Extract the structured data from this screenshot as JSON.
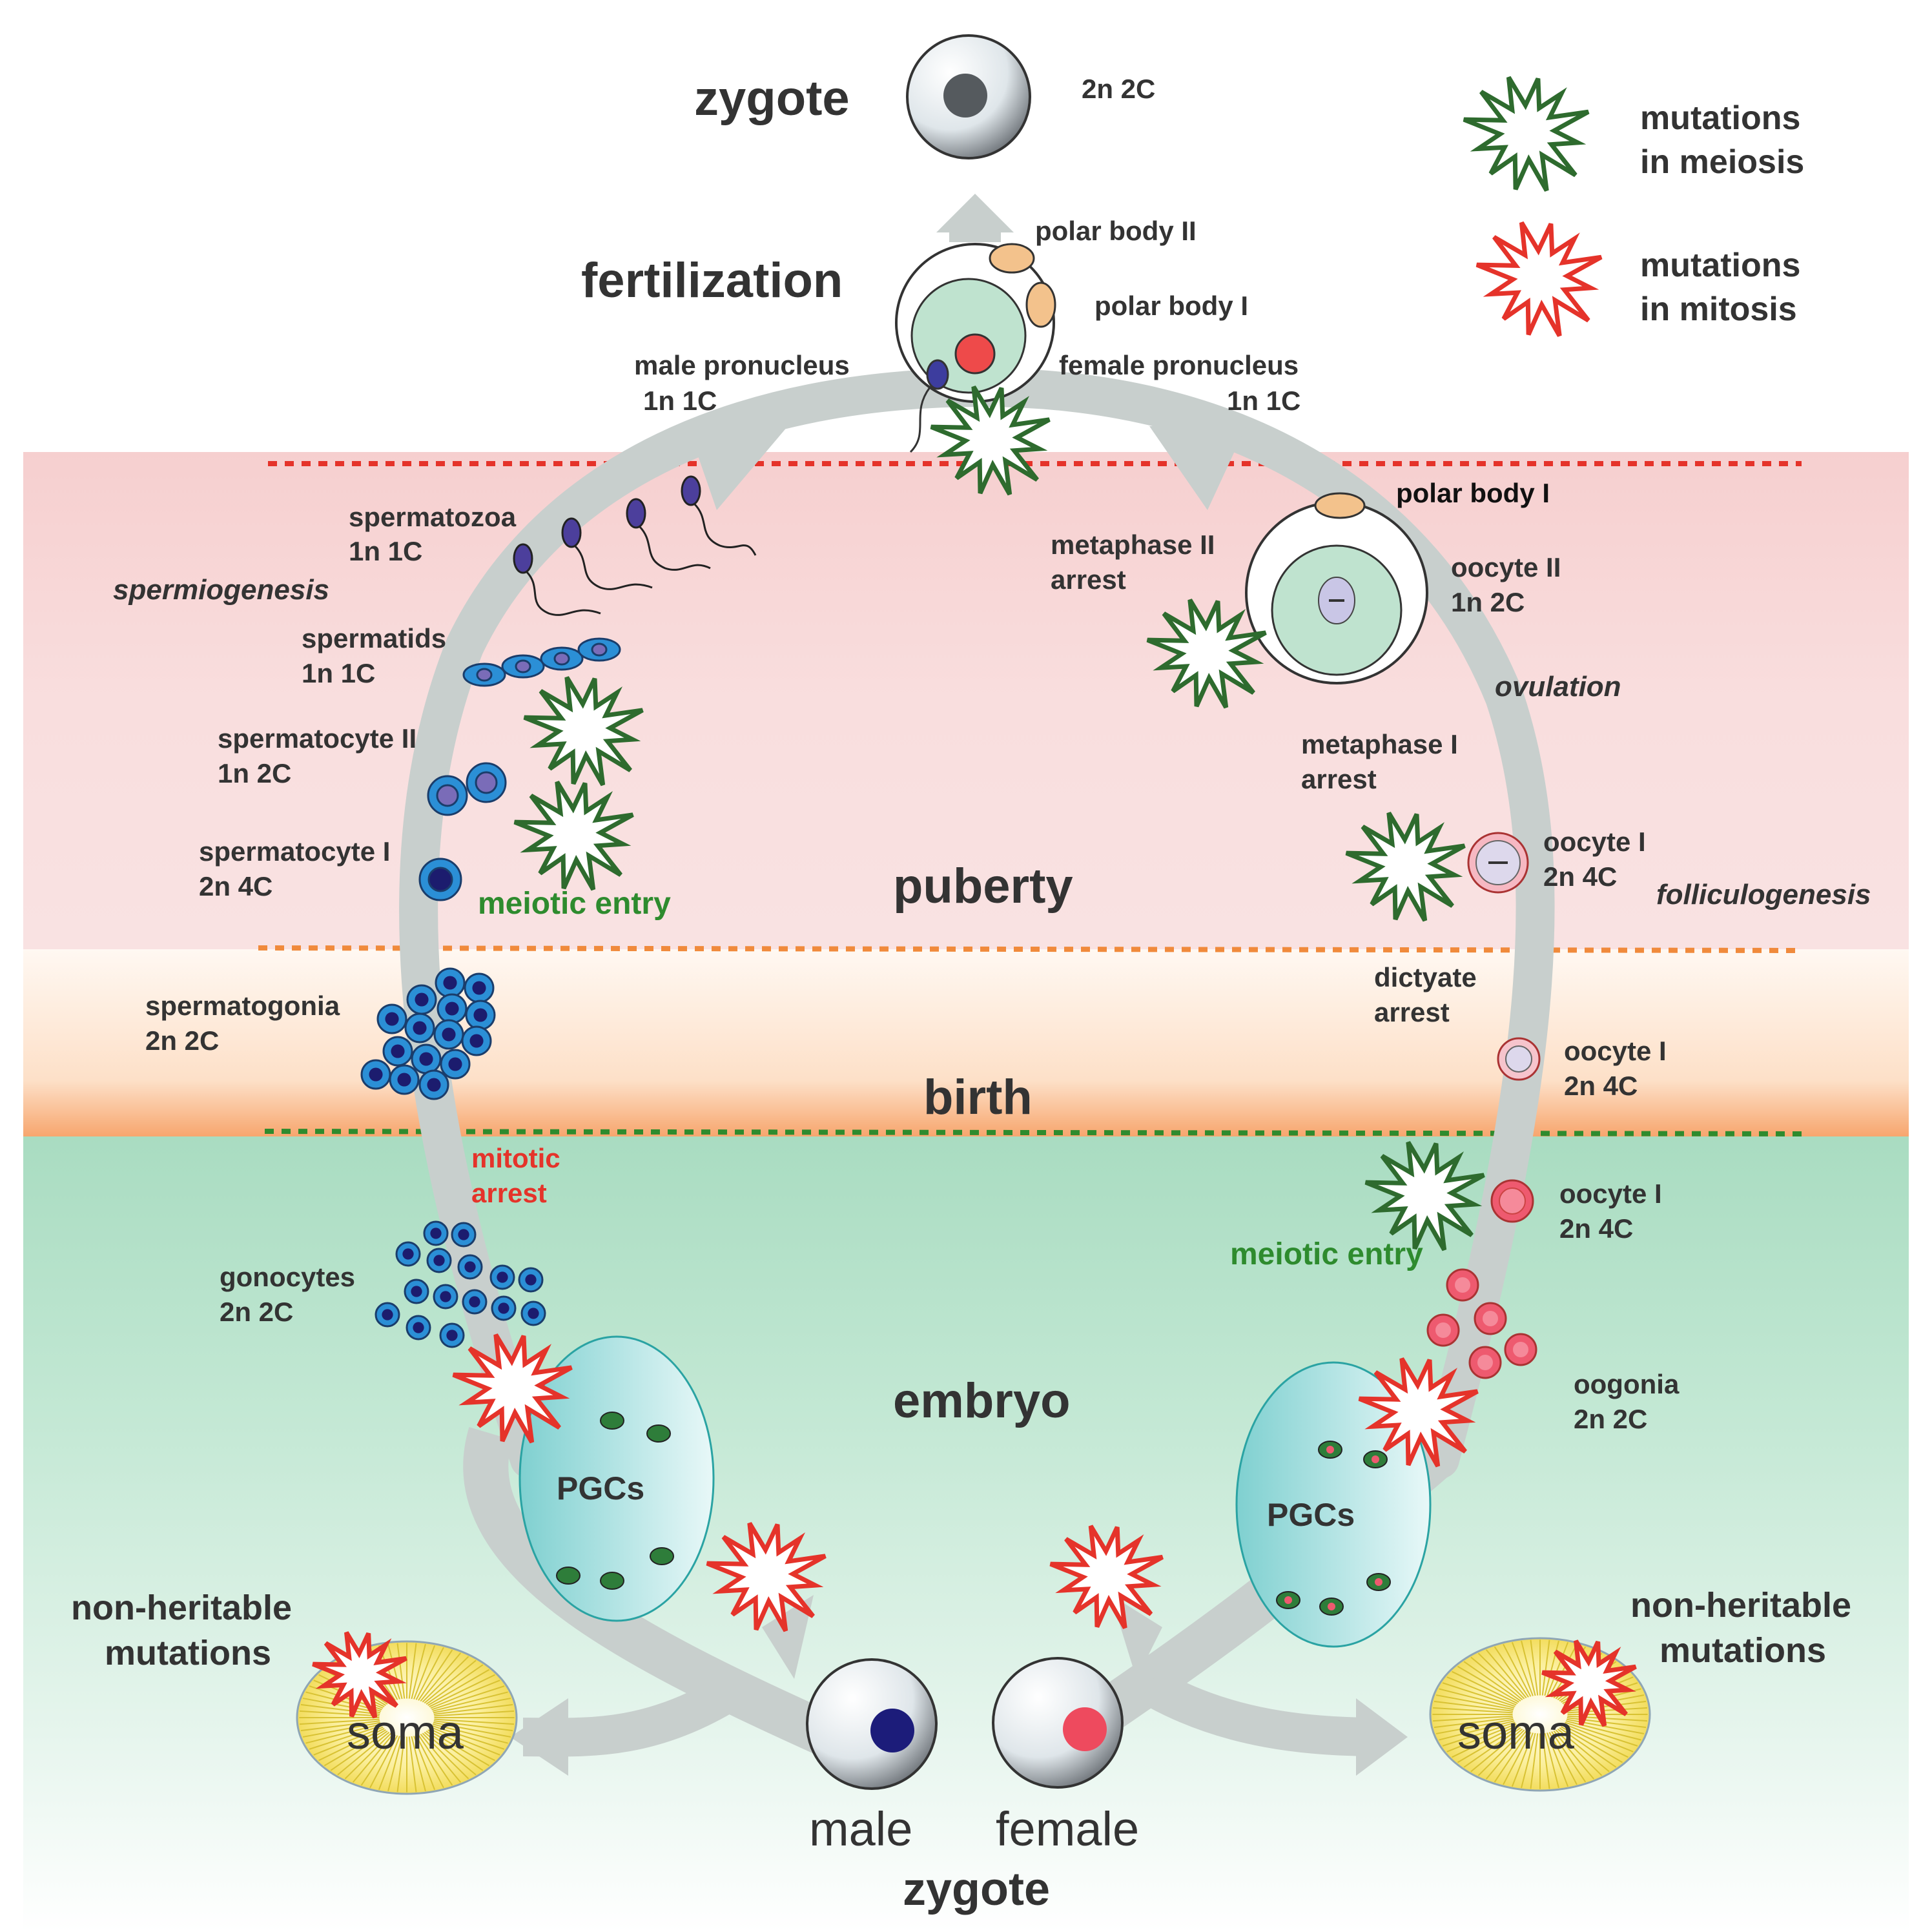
{
  "stages": {
    "puberty": "puberty",
    "birth": "birth",
    "embryo": "embryo"
  },
  "top": {
    "zygote": "zygote",
    "zygote_ploidy": "2n 2C",
    "fertilization": "fertilization",
    "polar_body_2": "polar body II",
    "polar_body_1": "polar body I",
    "male_pronucleus": "male pronucleus",
    "male_pronucleus_ploidy": "1n 1C",
    "female_pronucleus": "female pronucleus",
    "female_pronucleus_ploidy": "1n 1C"
  },
  "legend": {
    "meiosis_line1": "mutations",
    "meiosis_line2": "in meiosis",
    "mitosis_line1": "mutations",
    "mitosis_line2": "in mitosis"
  },
  "male_line": {
    "spermatozoa": "spermatozoa",
    "spermatozoa_ploidy": "1n 1C",
    "spermiogenesis": "spermiogenesis",
    "spermatids": "spermatids",
    "spermatids_ploidy": "1n 1C",
    "spermatocyte_2": "spermatocyte II",
    "spermatocyte_2_ploidy": "1n 2C",
    "spermatocyte_1": "spermatocyte I",
    "spermatocyte_1_ploidy": "2n 4C",
    "meiotic_entry": "meiotic entry",
    "spermatogonia": "spermatogonia",
    "spermatogonia_ploidy": "2n 2C",
    "mitotic_arrest_1": "mitotic",
    "mitotic_arrest_2": "arrest",
    "gonocytes": "gonocytes",
    "gonocytes_ploidy": "2n 2C"
  },
  "female_line": {
    "polar_body_1": "polar body I",
    "metaphase_2_1": "metaphase II",
    "metaphase_2_2": "arrest",
    "oocyte_2": "oocyte II",
    "oocyte_2_ploidy": "1n 2C",
    "ovulation": "ovulation",
    "metaphase_1_1": "metaphase I",
    "metaphase_1_2": "arrest",
    "oocyte_1_a": "oocyte I",
    "oocyte_1_a_ploidy": "2n 4C",
    "folliculogenesis": "folliculogenesis",
    "dictyate_1": "dictyate",
    "dictyate_2": "arrest",
    "oocyte_1_b": "oocyte I",
    "oocyte_1_b_ploidy": "2n 4C",
    "oocyte_1_c": "oocyte I",
    "oocyte_1_c_ploidy": "2n 4C",
    "meiotic_entry": "meiotic entry",
    "oogonia": "oogonia",
    "oogonia_ploidy": "2n 2C"
  },
  "bottom": {
    "pgcs_left": "PGCs",
    "pgcs_right": "PGCs",
    "nonheritable_left_1": "non-heritable",
    "nonheritable_left_2": "mutations",
    "nonheritable_right_1": "non-heritable",
    "nonheritable_right_2": "mutations",
    "soma_left": "soma",
    "soma_right": "soma",
    "male": "male",
    "female": "female",
    "zygote": "zygote"
  },
  "colors": {
    "puberty_band": "#f8d7d7",
    "birth_band": "#fde3cf",
    "embryo_band": "#bfe6d2",
    "cycle_arrow": "#c8cfcd",
    "meiosis_star": "#2e6b2e",
    "mitosis_star": "#e5332a",
    "male_cell": "#2b8fd6",
    "female_cell": "#ee5a6f",
    "meiotic_entry_text": "#2e8b2e",
    "mitotic_arrest_text": "#e5332a"
  }
}
